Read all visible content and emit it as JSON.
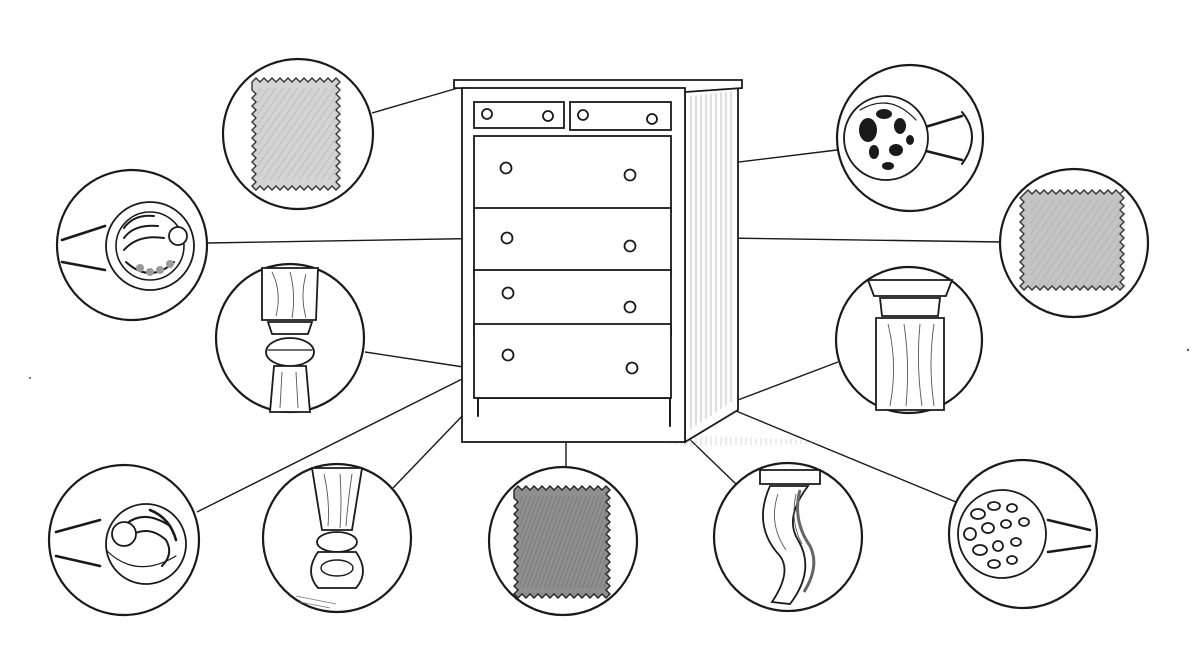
{
  "diagram": {
    "subject": "chest-of-drawers",
    "callouts": [
      {
        "id": "finish-sample-top",
        "kind": "finish-swatch",
        "shade": "#cfcfcf"
      },
      {
        "id": "knob-fluted",
        "kind": "knob"
      },
      {
        "id": "leg-turned",
        "kind": "leg"
      },
      {
        "id": "knob-swirl",
        "kind": "knob"
      },
      {
        "id": "leg-tapered",
        "kind": "leg"
      },
      {
        "id": "finish-sample-dark",
        "kind": "finish-swatch",
        "shade": "#9a9a9a"
      },
      {
        "id": "leg-cabriole",
        "kind": "leg"
      },
      {
        "id": "knob-dotted",
        "kind": "knob"
      },
      {
        "id": "leg-square",
        "kind": "leg"
      },
      {
        "id": "finish-sample-side",
        "kind": "finish-swatch",
        "shade": "#c4c4c4"
      },
      {
        "id": "knob-spotted",
        "kind": "knob"
      }
    ]
  }
}
